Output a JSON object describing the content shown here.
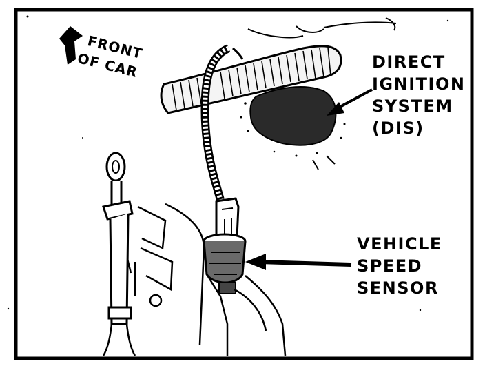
{
  "front_label": {
    "line1": "FRONT",
    "line2": "OF CAR"
  },
  "dis_label": {
    "line1": "DIRECT",
    "line2": "IGNITION",
    "line3": "SYSTEM",
    "line4": "(DIS)"
  },
  "vss_label": {
    "line1": "VEHICLE",
    "line2": "SPEED",
    "line3": "SENSOR"
  },
  "colors": {
    "ink": "#000000",
    "paper": "#ffffff"
  }
}
